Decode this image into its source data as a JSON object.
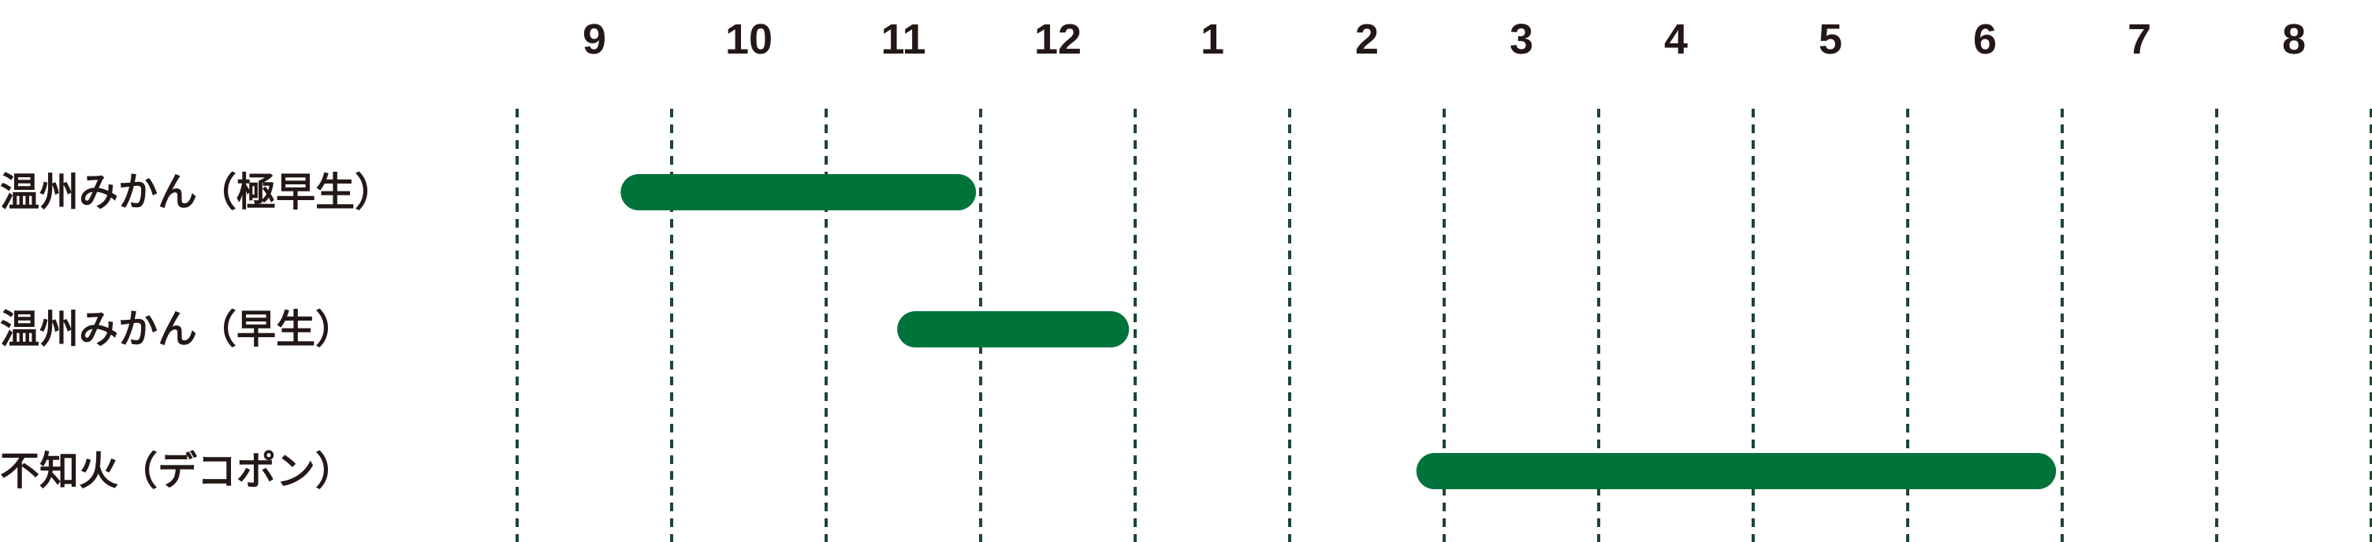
{
  "chart_data": {
    "type": "gantt",
    "title": "",
    "xlabel": "",
    "ylabel": "",
    "months": [
      "9",
      "10",
      "11",
      "12",
      "1",
      "2",
      "3",
      "4",
      "5",
      "6",
      "7",
      "8"
    ],
    "grid": "dashed-vertical",
    "bar_color": "#00733a",
    "grid_color": "#1e4632",
    "text_color": "#231815",
    "rows": [
      {
        "label": "温州みかん（極早生）",
        "start": 0.67,
        "end": 2.97
      },
      {
        "label": "温州みかん（早生）",
        "start": 2.46,
        "end": 3.96
      },
      {
        "label": "不知火（デコポン）",
        "start": 5.82,
        "end": 9.96
      }
    ]
  }
}
